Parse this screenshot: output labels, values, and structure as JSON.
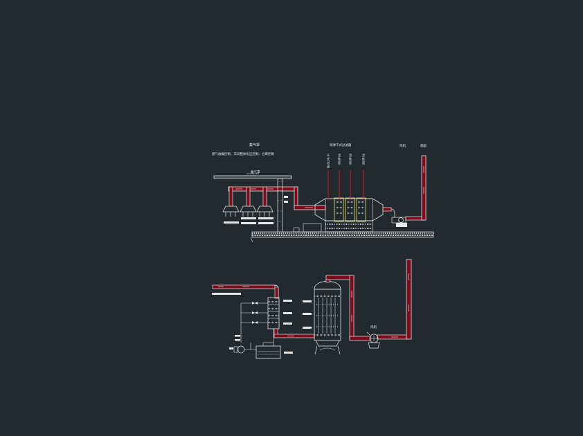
{
  "drawing": {
    "background": "#222a30",
    "duct_outline": "#e8e8e8",
    "duct_fill": "#7a0c1c",
    "equipment_highlight": "#f0e36a",
    "red_lines": "#d41d1d"
  },
  "upper_diagram": {
    "title": "集气罩",
    "note": "废气收集控制、车间整体负压控制、仓库控制",
    "hood_label": "集气罩",
    "treatment_label": "喷淋干式过滤器",
    "fan_label": "风机",
    "stack_label": "烟囱",
    "vertical_labels": [
      "干 式 过 滤",
      "活 性 炭",
      "活 性 炭",
      "活 性 炭"
    ]
  },
  "lower_diagram": {
    "fan_label": "风机"
  }
}
